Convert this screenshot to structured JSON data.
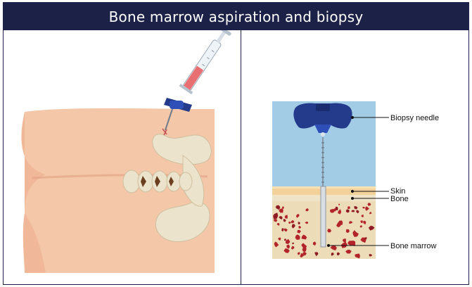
{
  "title": "Bone marrow aspiration and biopsy",
  "labels": {
    "biopsy_needle": "Biopsy needle",
    "skin": "Skin",
    "bone": "Bone",
    "bone_marrow": "Bone marrow"
  },
  "colors": {
    "title_bar": "#1c2147",
    "skin": "#f4c7a8",
    "bone": "#eadfc3",
    "marrow_dot": "#b3242a",
    "sky": "#a2cbe6",
    "needle_handle": "#243a8a"
  }
}
